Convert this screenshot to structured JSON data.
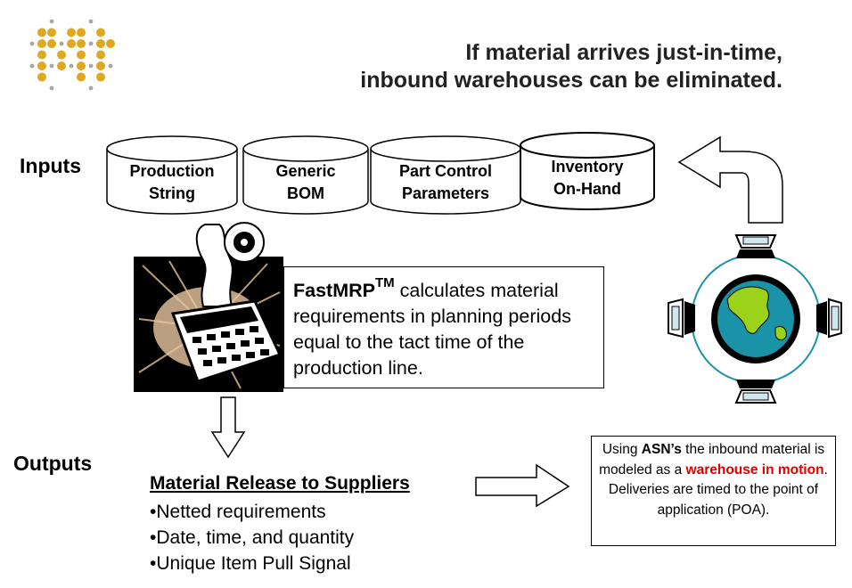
{
  "headline": {
    "line1": "If material arrives just-in-time,",
    "line2": "inbound warehouses can be eliminated."
  },
  "labels": {
    "inputs": "Inputs",
    "outputs": "Outputs"
  },
  "inputs": [
    {
      "line1": "Production",
      "line2": "String"
    },
    {
      "line1": "Generic",
      "line2": "BOM"
    },
    {
      "line1": "Part Control",
      "line2": "Parameters"
    },
    {
      "line1": "Inventory",
      "line2": "On-Hand"
    }
  ],
  "calc": {
    "brand": "FastMRP",
    "tm": "TM",
    "text": " calculates material requirements in planning periods equal to the tact time of the production line."
  },
  "outputs": {
    "title": "Material Release to Suppliers",
    "items": [
      "•Netted requirements",
      "•Date, time, and quantity",
      "•Unique Item Pull Signal"
    ]
  },
  "asn": {
    "pre": "Using ",
    "term1": "ASN’s",
    "mid": " the inbound material is modeled as a ",
    "term2": "warehouse in motion",
    "post": ". Deliveries are timed to the point of application (POA)."
  },
  "colors": {
    "logo_gold": "#e0a820",
    "logo_grey": "#a8a8a8",
    "earth_ocean": "#1a93a8",
    "earth_land": "#9bd21a",
    "highlight_red": "#e00000"
  },
  "icons": [
    "company-logo-icon",
    "calculator-icon",
    "globe-satellites-icon",
    "curved-arrow-icon",
    "down-arrow-icon",
    "right-arrow-icon"
  ]
}
